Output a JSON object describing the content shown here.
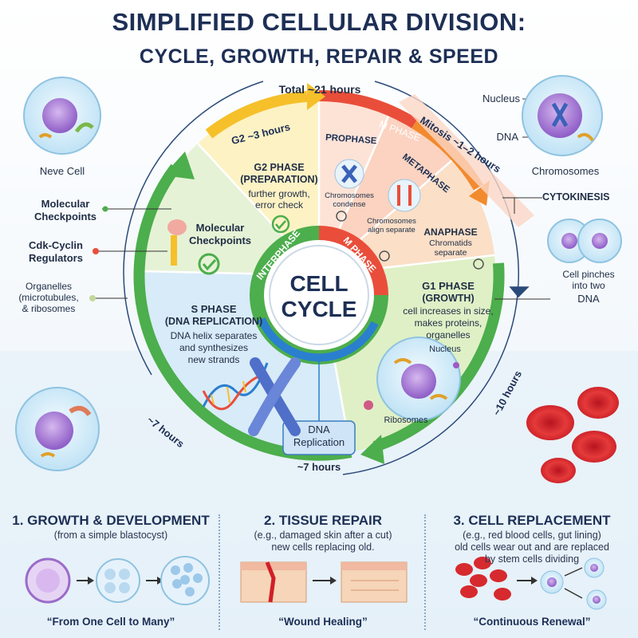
{
  "title": {
    "line1": "SIMPLIFIED CELLULAR DIVISION:",
    "line2": "CYCLE, GROWTH, REPAIR & SPEED"
  },
  "cycle": {
    "center_line1": "CELL",
    "center_line2": "CYCLE",
    "interphase_label": "INTERPHASE",
    "m_phase_inner_label": "M PHASE",
    "total_time": "Total ~21 hours",
    "g2_time": "G2 ~3 hours",
    "m_phase_outer_label": "M PHASE",
    "mitosis_time": "Mitosis ~1–2 hours",
    "g1_time": "~10 hours",
    "s_time": "~7 hours",
    "bottom_time": "~7 hours"
  },
  "phases": {
    "g2": {
      "title1": "G2 PHASE",
      "title2": "(PREPARATION)",
      "desc1": "further growth,",
      "desc2": "error check"
    },
    "prophase": {
      "title": "PROPHASE",
      "desc1": "Chromosomes",
      "desc2": "condense"
    },
    "metaphase": {
      "title": "METAPHASE",
      "desc1": "Chromosomes",
      "desc2": "align separate"
    },
    "anaphase": {
      "title": "ANAPHASE",
      "desc1": "Chromatids",
      "desc2": "separate"
    },
    "g1": {
      "title1": "G1 PHASE",
      "title2": "(GROWTH)",
      "desc1": "cell increases in size,",
      "desc2": "makes proteins,",
      "desc3": "organelles",
      "nucleus": "Nucleus",
      "ribosomes": "Ribosomes"
    },
    "s": {
      "title1": "S PHASE",
      "title2": "(DNA REPLICATION)",
      "desc1": "DNA helix separates",
      "desc2": "and synthesizes",
      "desc3": "new strands",
      "box1": "DNA",
      "box2": "Replication"
    },
    "checkpoint": {
      "line1": "Molecular",
      "line2": "Checkpoints"
    }
  },
  "side_labels": {
    "neve_cell": "Neve Cell",
    "mol_check1": "Molecular",
    "mol_check2": "Checkpoints",
    "cdk1": "Cdk-Cyclin",
    "cdk2": "Regulators",
    "org1": "Organelles",
    "org2": "(microtubules,",
    "org3": "& ribosomes",
    "nucleus": "Nucleus",
    "dna": "DNA",
    "chromosomes": "Chromosomes",
    "cytokinesis": "CYTOKINESIS",
    "pinch1": "Cell pinches",
    "pinch2": "into two",
    "dna_right": "DNA"
  },
  "panels": [
    {
      "title": "1. GROWTH & DEVELOPMENT",
      "sub1": "(from a simple blastocyst)",
      "sub2": "",
      "caption": "“From One Cell to Many”"
    },
    {
      "title": "2. TISSUE REPAIR",
      "sub1": "(e.g., damaged skin after a cut)",
      "sub2": "new cells replacing old.",
      "caption": "“Wound Healing”"
    },
    {
      "title": "3. CELL REPLACEMENT",
      "sub1": "(e.g., red blood cells, gut lining)",
      "sub2": "old cells wear out and are replaced",
      "sub3": "by stem cells dividing",
      "caption": "“Continuous Renewal”"
    }
  ],
  "colors": {
    "g2": "#fdf2c4",
    "m_phase": "#fbd7c6",
    "g1": "#dff0c6",
    "s": "#d8ebf8",
    "checkpoint": "#e6f2d6",
    "arrow_yellow": "#f5c02a",
    "arrow_red": "#e94e3a",
    "arrow_orange": "#f28a2e",
    "arrow_green": "#4cae4c",
    "arrow_blue": "#2a7fcf",
    "title": "#1d2f55"
  }
}
